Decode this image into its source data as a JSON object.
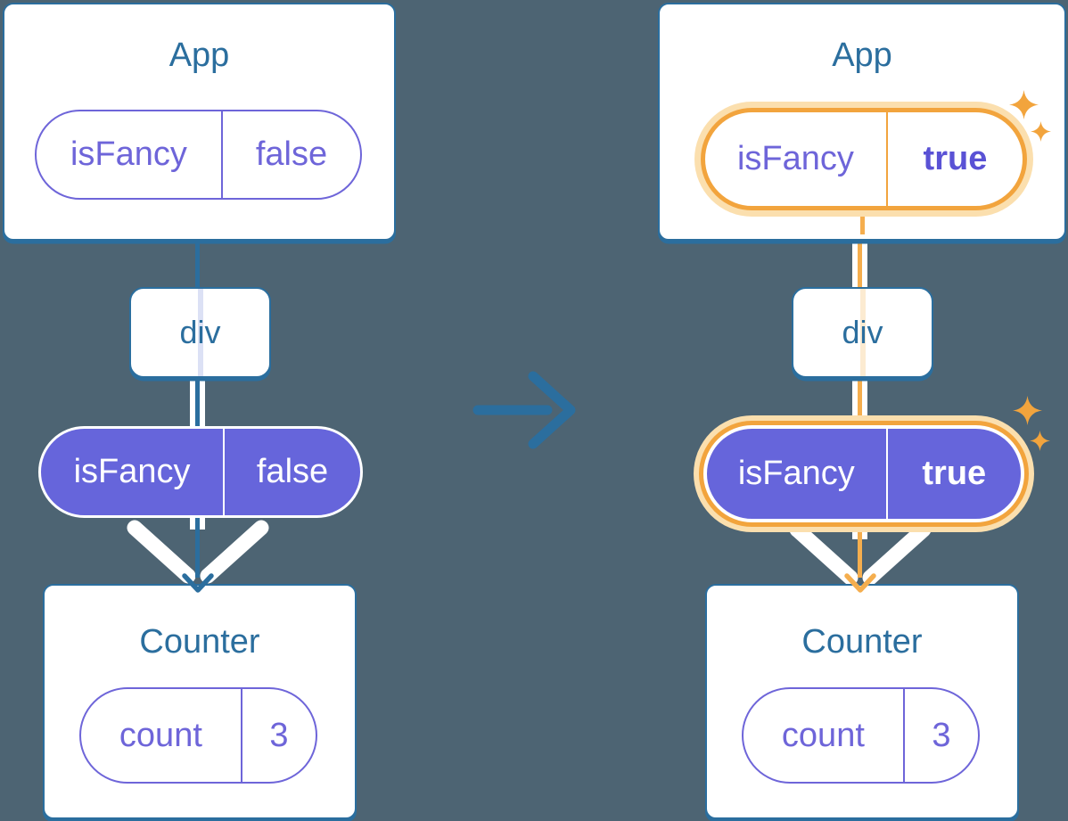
{
  "diagram": {
    "before": {
      "root": {
        "title": "App",
        "prop": {
          "name": "isFancy",
          "value": "false"
        }
      },
      "middle": {
        "label": "div"
      },
      "passed_prop": {
        "name": "isFancy",
        "value": "false"
      },
      "leaf": {
        "title": "Counter",
        "state": {
          "name": "count",
          "value": "3"
        }
      }
    },
    "after": {
      "root": {
        "title": "App",
        "prop": {
          "name": "isFancy",
          "value": "true"
        }
      },
      "middle": {
        "label": "div"
      },
      "passed_prop": {
        "name": "isFancy",
        "value": "true"
      },
      "leaf": {
        "title": "Counter",
        "state": {
          "name": "count",
          "value": "3"
        }
      }
    }
  },
  "colors": {
    "background": "#4D6473",
    "card_border": "#2B6E9E",
    "title_text": "#2B6E9E",
    "pill_purple": "#6665DB",
    "pill_purple_text": "#6E65D9",
    "pill_purple_bold": "#5A52D5",
    "highlight_orange": "#F2A43D",
    "highlight_orange_line": "#F5AE4E",
    "highlight_glow": "#FBDFAE",
    "through_stripe_lavender": "#DCE1F5",
    "through_stripe_cream": "#FCEBD1"
  }
}
